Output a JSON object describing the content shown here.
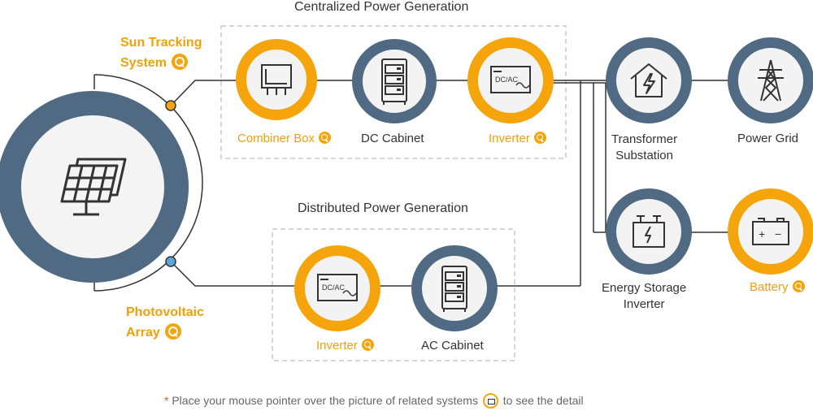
{
  "groups": {
    "centralized_title": "Centralized Power Generation",
    "distributed_title": "Distributed Power Generation"
  },
  "side_labels": {
    "sun_tracking_line1": "Sun Tracking",
    "sun_tracking_line2": "System",
    "pv_line1": "Photovoltaic",
    "pv_line2": "Array"
  },
  "nodes": {
    "combiner_box": "Combiner Box",
    "dc_cabinet": "DC Cabinet",
    "inverter_central": "Inverter",
    "transformer_line1": "Transformer",
    "transformer_line2": "Substation",
    "power_grid": "Power Grid",
    "inverter_distributed": "Inverter",
    "ac_cabinet": "AC Cabinet",
    "storage_line1": "Energy Storage",
    "storage_line2": "Inverter",
    "battery": "Battery"
  },
  "icon_text": {
    "dcac": "DC/AC",
    "battery_plus": "+",
    "battery_minus": "−"
  },
  "footer": {
    "asterisk": "*",
    "text_before": "Place your mouse pointer over the picture of related systems",
    "text_after": "to see the detail"
  },
  "colors": {
    "accent": "#f5a50b",
    "slate": "#4f6a82",
    "line": "#333333",
    "dash": "#c8c8c8"
  }
}
